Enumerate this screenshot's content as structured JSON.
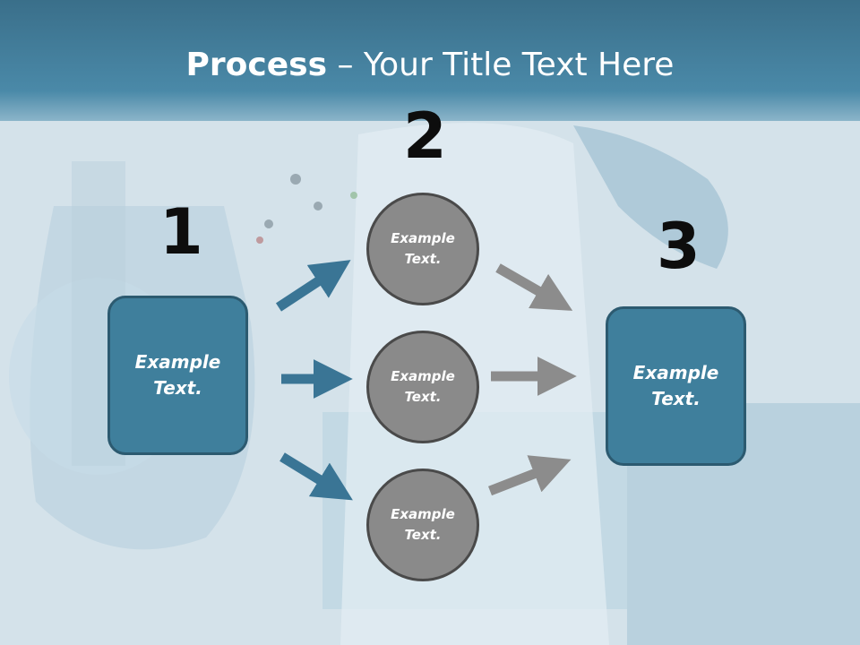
{
  "title": {
    "bold": "Process",
    "rest": " – Your Title Text Here"
  },
  "steps": [
    {
      "number": "1",
      "text": "Example\nText."
    },
    {
      "number": "2",
      "circles": [
        "Example\nText.",
        "Example\nText.",
        "Example\nText."
      ]
    },
    {
      "number": "3",
      "text": "Example\nText."
    }
  ],
  "colors": {
    "header": "#4a89a8",
    "box_fill": "#3f7f9c",
    "circle_fill": "#8a8a8a",
    "arrow_blue": "#3a7595",
    "arrow_gray": "#8c8c8c"
  }
}
